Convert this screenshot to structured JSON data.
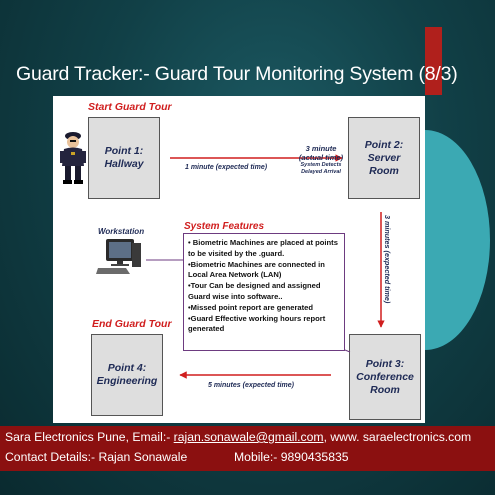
{
  "slide": {
    "title": "Guard Tracker:- Guard Tour Monitoring System (8/3)"
  },
  "diagram": {
    "start_label": "Start Guard Tour",
    "end_label": "End Guard Tour",
    "workstation_label": "Workstation",
    "points": [
      {
        "line1": "Point 1:",
        "line2": "Hallway"
      },
      {
        "line1": "Point 2:",
        "line2": "Server",
        "line3": "Room"
      },
      {
        "line1": "Point 3:",
        "line2": "Conference",
        "line3": "Room"
      },
      {
        "line1": "Point 4:",
        "line2": "Engineering"
      }
    ],
    "edge_1_2": "1 minute (expected time)",
    "actual": {
      "line1": "3 minute",
      "line2": "(actual time)",
      "line3": "System Detects",
      "line4": "Delayed Arrival"
    },
    "edge_2_3": "3 minutes (expected time)",
    "edge_3_4": "5 minutes (expected time)"
  },
  "features": {
    "title": "System Features",
    "lines": [
      "• Biometric Machines are placed at points",
      "to be visited by the .guard.",
      "•Biometric Machines are connected in",
      "Local Area Network (LAN)",
      "•Tour Can be designed and assigned",
      "Guard wise into software..",
      "•Missed point report are generated",
      "•Guard Effective working hours report",
      "generated"
    ]
  },
  "footer": {
    "line1_prefix": "Sara Electronics Pune, Email:- ",
    "email": "rajan.sonawale@gmail.com",
    "line1_suffix": ", www. saraelectronics.com",
    "contact": "Contact Details:- Rajan Sonawale",
    "mobile": "Mobile:- 9890435835"
  },
  "colors": {
    "background": "#114047",
    "accent_red": "#d01e1e",
    "footer_red": "#8b1010",
    "box_fill": "#dedede",
    "teal": "#3ba9b3"
  },
  "icons": [
    "guard-icon",
    "computer-workstation-icon"
  ]
}
